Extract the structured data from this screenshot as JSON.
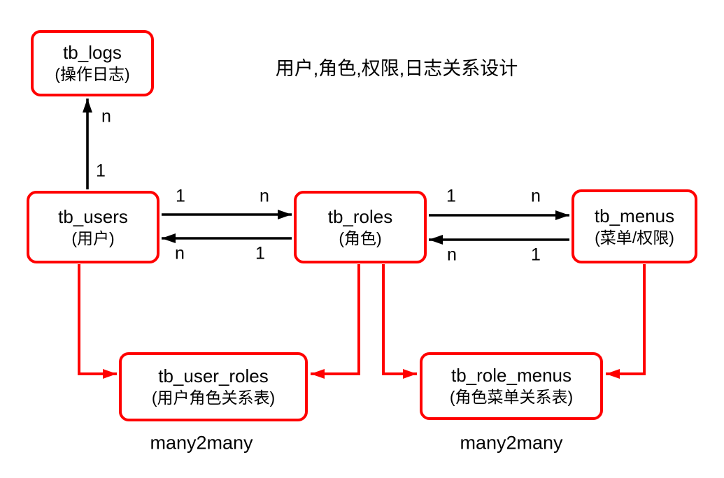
{
  "title": "用户,角色,权限,日志关系设计",
  "nodes": {
    "logs": {
      "name": "tb_logs",
      "subtitle": "(操作日志)"
    },
    "users": {
      "name": "tb_users",
      "subtitle": "(用户)"
    },
    "roles": {
      "name": "tb_roles",
      "subtitle": "(角色)"
    },
    "menus": {
      "name": "tb_menus",
      "subtitle": "(菜单/权限)"
    },
    "user_roles": {
      "name": "tb_user_roles",
      "subtitle": "(用户角色关系表)"
    },
    "role_menus": {
      "name": "tb_role_menus",
      "subtitle": "(角色菜单关系表)"
    }
  },
  "edge_labels": {
    "users_logs_many": "n",
    "users_logs_one": "1",
    "users_roles_one": "1",
    "users_roles_many": "n",
    "roles_users_many": "n",
    "roles_users_one": "1",
    "roles_menus_one": "1",
    "roles_menus_many": "n",
    "menus_roles_many": "n",
    "menus_roles_one": "1"
  },
  "annotations": {
    "user_roles_note": "many2many",
    "role_menus_note": "many2many"
  },
  "colors": {
    "node_stroke": "#ff0000",
    "relation_red": "#ff0000",
    "edge_black": "#000000",
    "background": "#ffffff"
  }
}
